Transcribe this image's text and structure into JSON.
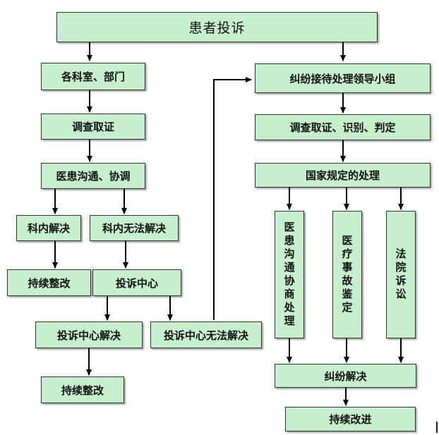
{
  "diagram": {
    "title": "患者投诉",
    "nodes": {
      "departments": "各科室、部门",
      "investigate_left": "调查取证",
      "communicate": "医患沟通、协调",
      "solved_internal": "科内解决",
      "unsolved_internal": "科内无法解决",
      "rectify_1": "持续整改",
      "complaint_center": "投诉中心",
      "center_solved": "投诉中心解决",
      "center_unsolved": "投诉中心无法解决",
      "rectify_2": "持续整改",
      "dispute_group": "纠纷接待处理领导小组",
      "investigate_right": "调查取证、识别、判定",
      "national_rules": "国家规定的处理",
      "negotiation": "医患沟通协商处理",
      "accident_eval": "医疗事故鉴定",
      "lawsuit": "法院诉讼",
      "dispute_solved": "纠纷解决",
      "improve": "持续改进"
    }
  },
  "colors": {
    "box_fill": "#c6efce",
    "box_border": "#333333",
    "line": "#000000"
  }
}
